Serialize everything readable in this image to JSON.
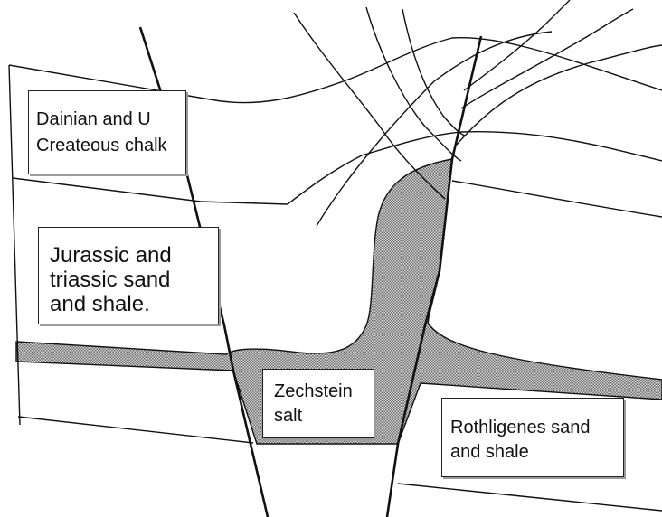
{
  "colors": {
    "line": "#111111",
    "salt_fill": "#8f8f8f",
    "background": "#ffffff"
  },
  "labels": {
    "chalk": "Dainian and U\nCreateous chalk",
    "jurassic": "Jurassic and\ntriassic sand\nand shale.",
    "zechstein": "Zechstein\nsalt",
    "rothligenes": "Rothligenes sand\nand shale"
  }
}
